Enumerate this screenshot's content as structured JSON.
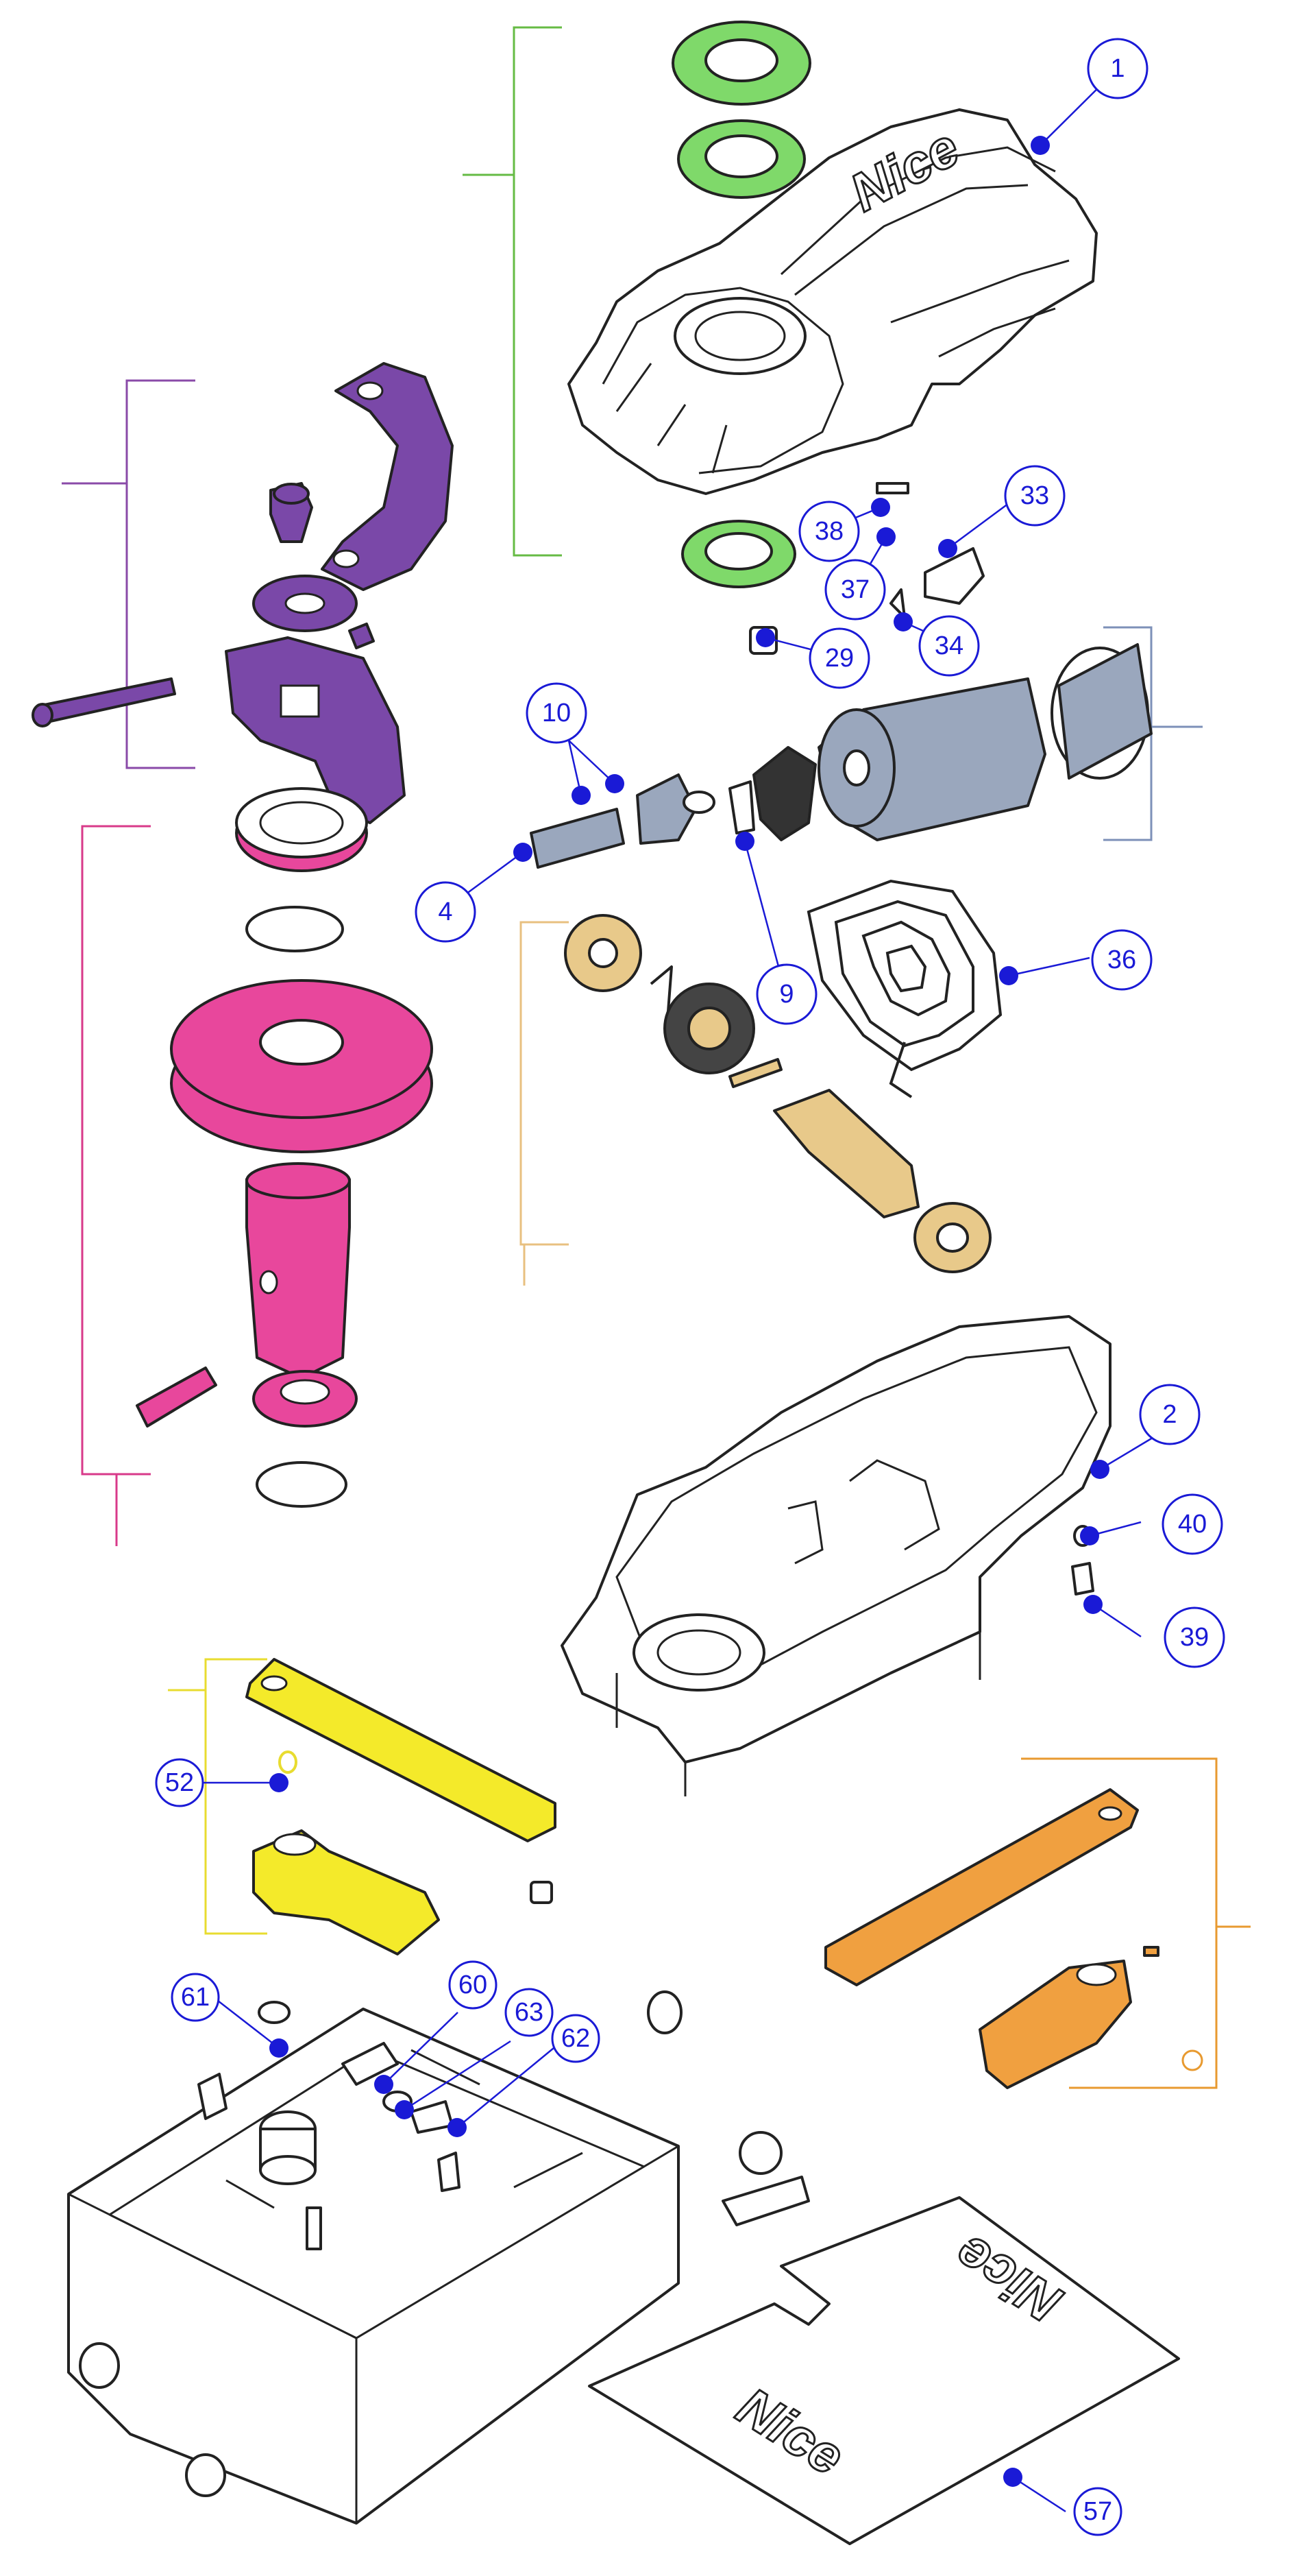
{
  "callouts": [
    {
      "id": "c1",
      "label": "1"
    },
    {
      "id": "c2",
      "label": "2"
    },
    {
      "id": "c4",
      "label": "4"
    },
    {
      "id": "c9",
      "label": "9"
    },
    {
      "id": "c10",
      "label": "10"
    },
    {
      "id": "c29",
      "label": "29"
    },
    {
      "id": "c33",
      "label": "33"
    },
    {
      "id": "c34",
      "label": "34"
    },
    {
      "id": "c36",
      "label": "36"
    },
    {
      "id": "c37",
      "label": "37"
    },
    {
      "id": "c38",
      "label": "38"
    },
    {
      "id": "c39",
      "label": "39"
    },
    {
      "id": "c40",
      "label": "40"
    },
    {
      "id": "c52",
      "label": "52"
    },
    {
      "id": "c57",
      "label": "57"
    },
    {
      "id": "c60",
      "label": "60"
    },
    {
      "id": "c61",
      "label": "61"
    },
    {
      "id": "c62",
      "label": "62"
    },
    {
      "id": "c63",
      "label": "63"
    }
  ],
  "logos": {
    "cover": "Nice",
    "plate_upper": "Nice",
    "plate_lower": "Nice"
  },
  "colors": {
    "callout": "#1a1ad6",
    "green": "#7fd96a",
    "purple": "#7a48a8",
    "pink": "#e8479c",
    "tan": "#e8c98a",
    "steel": "#9aa7bd",
    "yellow": "#f4ea2a",
    "orange": "#f0a040",
    "bracket_green": "#66bb44",
    "bracket_purple": "#8a4aa8",
    "bracket_pink": "#d83a8a",
    "bracket_tan": "#e8c080",
    "bracket_steel": "#7d90b8",
    "bracket_yellow": "#e8dc30",
    "bracket_orange": "#e89a30"
  }
}
